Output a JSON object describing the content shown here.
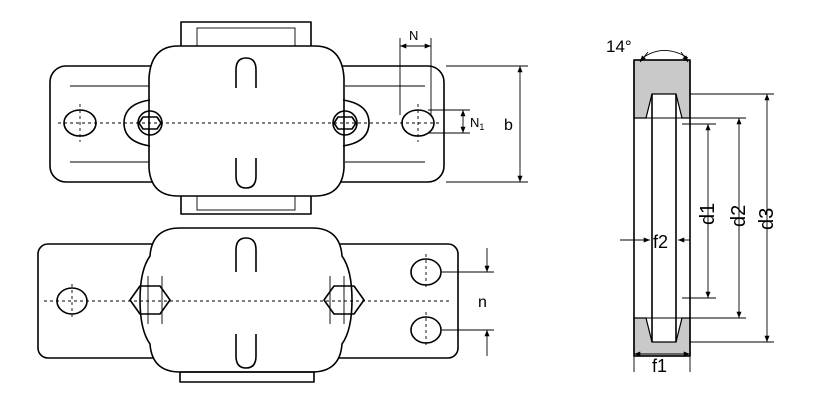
{
  "labels": {
    "N": "N",
    "N1_main": "N",
    "N1_sub": "1",
    "b": "b",
    "n": "n",
    "angle": "14°",
    "f1": "f1",
    "f2": "f2",
    "d1": "d1",
    "d2": "d2",
    "d3": "d3"
  }
}
